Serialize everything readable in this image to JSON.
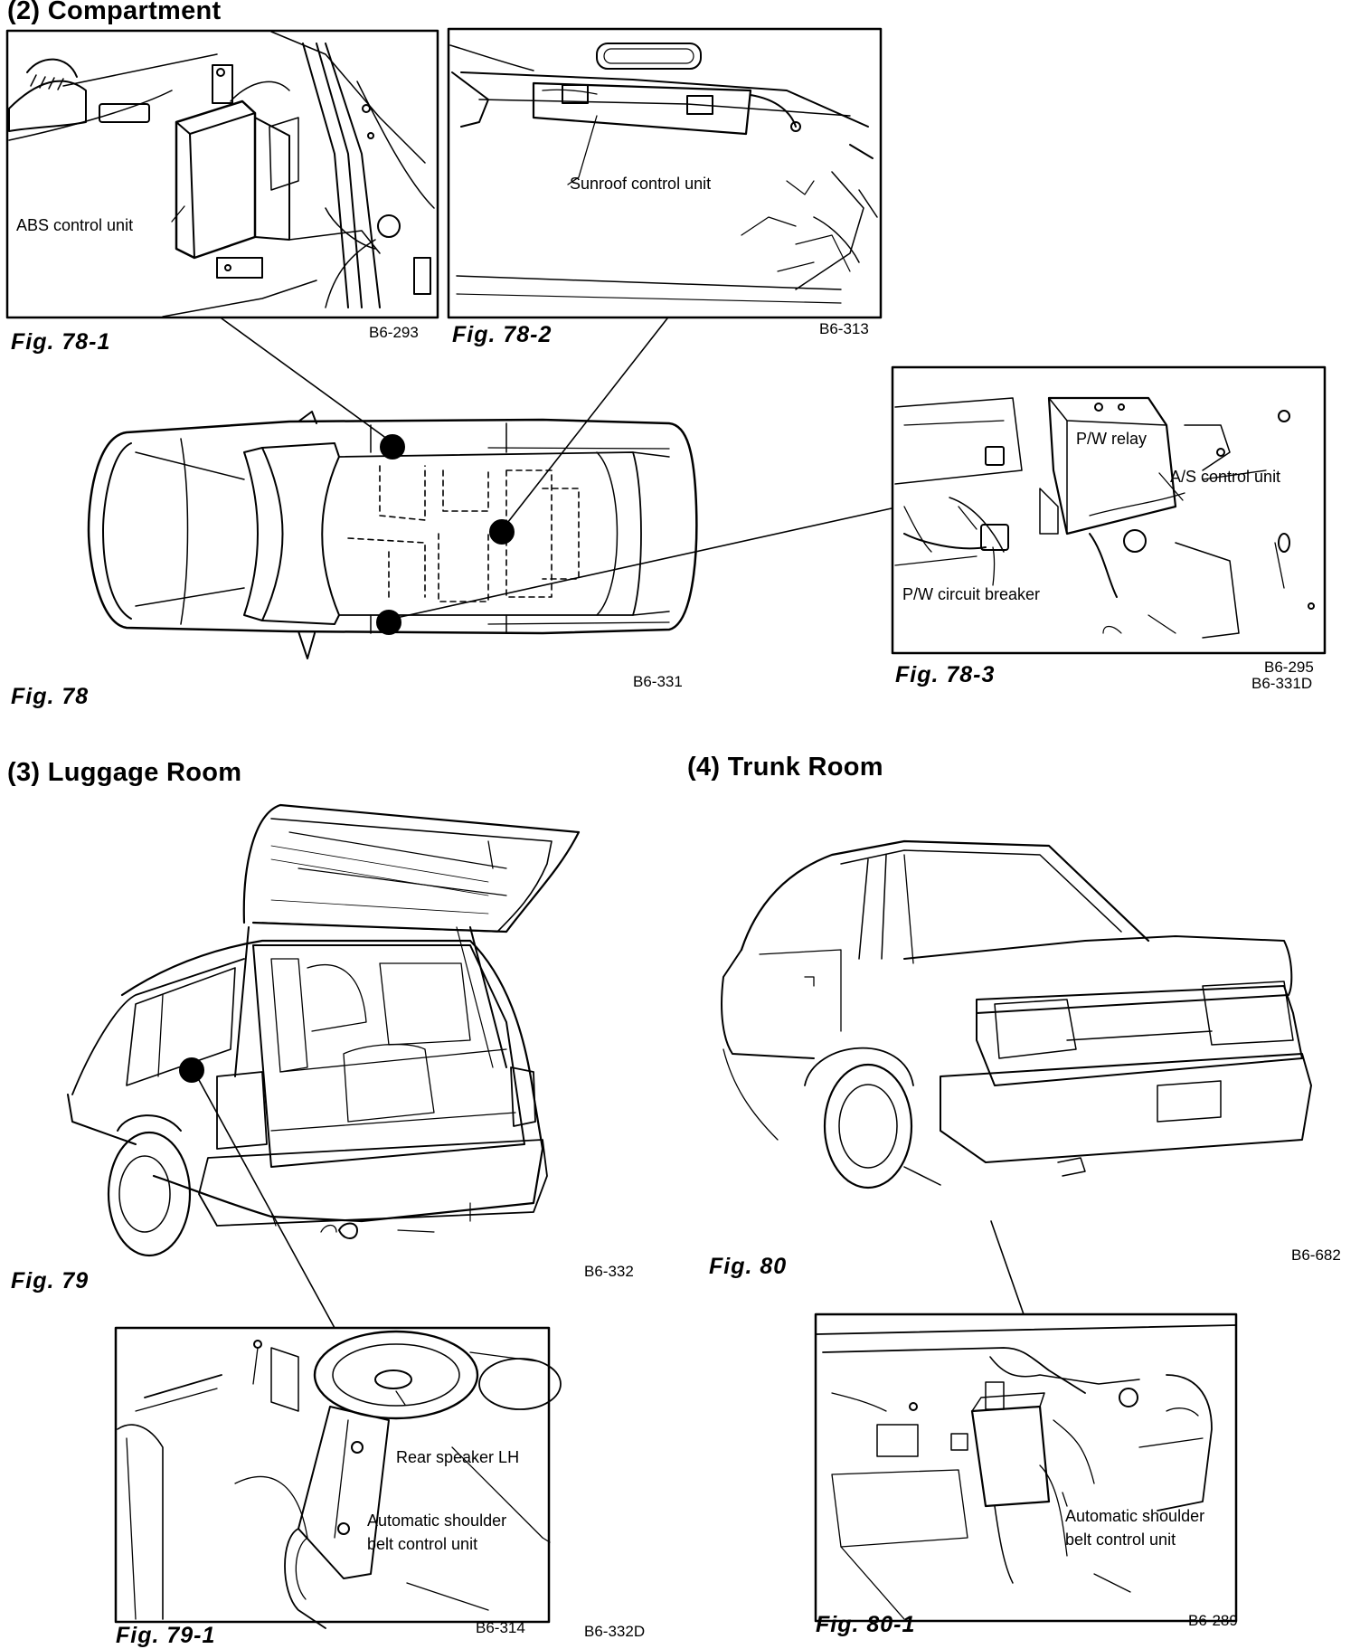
{
  "sections": {
    "compartment": "(2)  Compartment",
    "luggage": "(3)  Luggage Room",
    "trunk": "(4)  Trunk Room"
  },
  "figures": {
    "fig78_1": {
      "caption": "Fig.  78-1",
      "code": "B6-293",
      "callout": "ABS control unit"
    },
    "fig78_2": {
      "caption": "Fig.  78-2",
      "code": "B6-313",
      "callout": "Sunroof control unit"
    },
    "fig78": {
      "caption": "Fig.  78",
      "code": "B6-331"
    },
    "fig78_3": {
      "caption": "Fig.  78-3",
      "code": "B6-295",
      "code2": "B6-331D",
      "callouts": [
        "P/W relay",
        "A/S control unit",
        "P/W circuit breaker"
      ]
    },
    "fig79": {
      "caption": "Fig.  79",
      "code": "B6-332"
    },
    "fig79_1": {
      "caption": "Fig.  79-1",
      "code": "B6-314",
      "code2": "B6-332D",
      "callouts": [
        "Rear speaker LH",
        "Automatic shoulder",
        "belt control unit"
      ]
    },
    "fig80": {
      "caption": "Fig.  80",
      "code": "B6-682"
    },
    "fig80_1": {
      "caption": "Fig.  80-1",
      "code": "B6-289",
      "callouts": [
        "Automatic shoulder",
        "belt control unit"
      ]
    }
  }
}
